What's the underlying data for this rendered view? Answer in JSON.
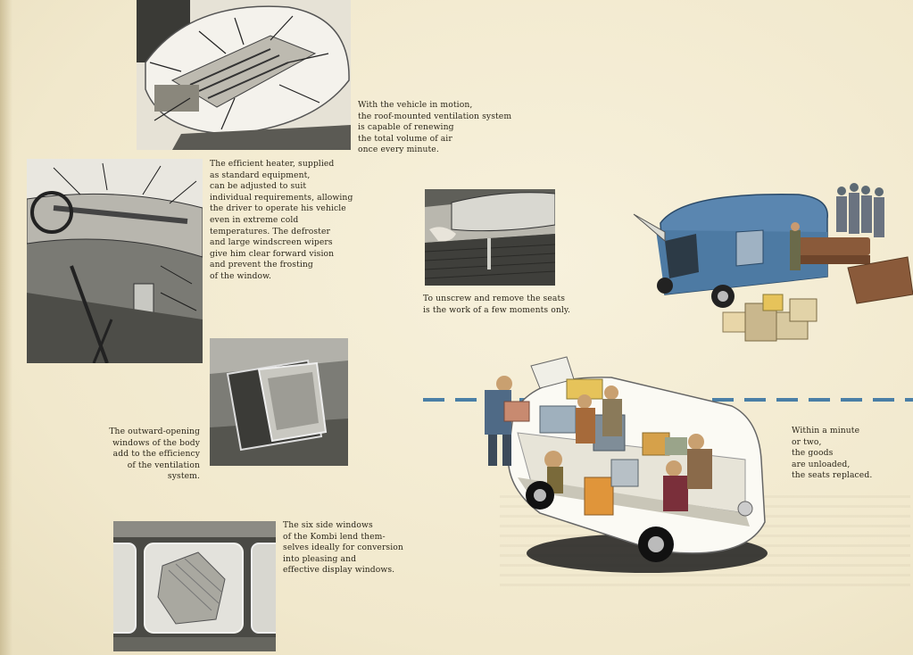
{
  "captions": {
    "ventilation": "With the vehicle in motion,\nthe roof-mounted ventilation system\nis capable of renewing\nthe total volume of air\nonce every minute.",
    "heater": "The efficient heater, supplied\nas standard equipment,\ncan be adjusted to suit\nindividual requirements, allowing\nthe driver to operate his vehicle\neven in extreme cold\ntemperatures. The defroster\nand large windscreen wipers\ngive him clear forward vision\nand prevent the frosting\nof the window.",
    "seats": "To unscrew and remove the seats\nis the work of a few moments only.",
    "windows": "The outward-opening\nwindows of the body\nadd to the efficiency\nof the ventilation system.",
    "goods": "Within a minute\nor two,\nthe goods\nare unloaded,\nthe seats replaced.",
    "display": "The six side windows\nof the Kombi lend them-\nselves ideally for conversion\ninto pleasing and\neffective display windows."
  },
  "colors": {
    "paper": "#f3ecd3",
    "van_blue": "#4f7aa3",
    "dash_blue": "#4a7fa6",
    "text": "#2b2619"
  }
}
